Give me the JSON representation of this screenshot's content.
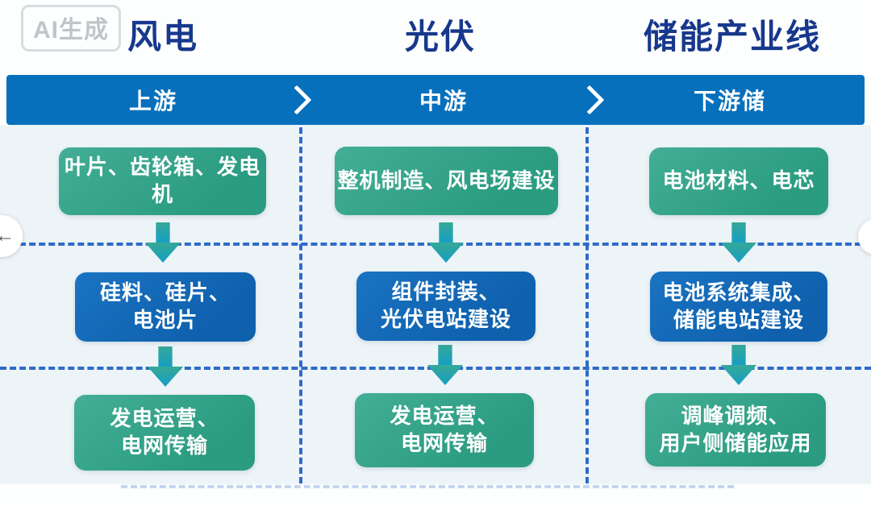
{
  "watermark": {
    "label": "AI生成"
  },
  "nav": {
    "prev_icon": "←"
  },
  "header": {
    "stages": [
      {
        "label": "上游"
      },
      {
        "label": "中游"
      },
      {
        "label": "下游储"
      }
    ]
  },
  "columns": [
    {
      "title": "风电",
      "boxes": [
        {
          "style": "green",
          "text": "叶片、齿轮箱、发电机"
        },
        {
          "style": "blue",
          "text": "硅料、硅片、\n电池片"
        },
        {
          "style": "green",
          "text": "发电运营、\n电网传输"
        }
      ]
    },
    {
      "title": "光伏",
      "boxes": [
        {
          "style": "green",
          "text": "整机制造、风电场建设"
        },
        {
          "style": "blue",
          "text": "组件封装、\n光伏电站建设"
        },
        {
          "style": "green",
          "text": "发电运营、\n电网传输"
        }
      ]
    },
    {
      "title": "储能产业线",
      "boxes": [
        {
          "style": "green",
          "text": "电池材料、电芯"
        },
        {
          "style": "blue",
          "text": "电池系统集成、\n储能电站建设"
        },
        {
          "style": "green",
          "text": "调峰调频、\n用户侧储能应用"
        }
      ]
    }
  ],
  "colors": {
    "header_bar": "#0670bd",
    "title_text": "#17388c",
    "green_box": "#2fa186",
    "blue_box": "#1468b8",
    "arrow_teal": "#21a3b4",
    "dashed_line": "#2e6bc9",
    "panel_bg": "#edf4f8"
  }
}
